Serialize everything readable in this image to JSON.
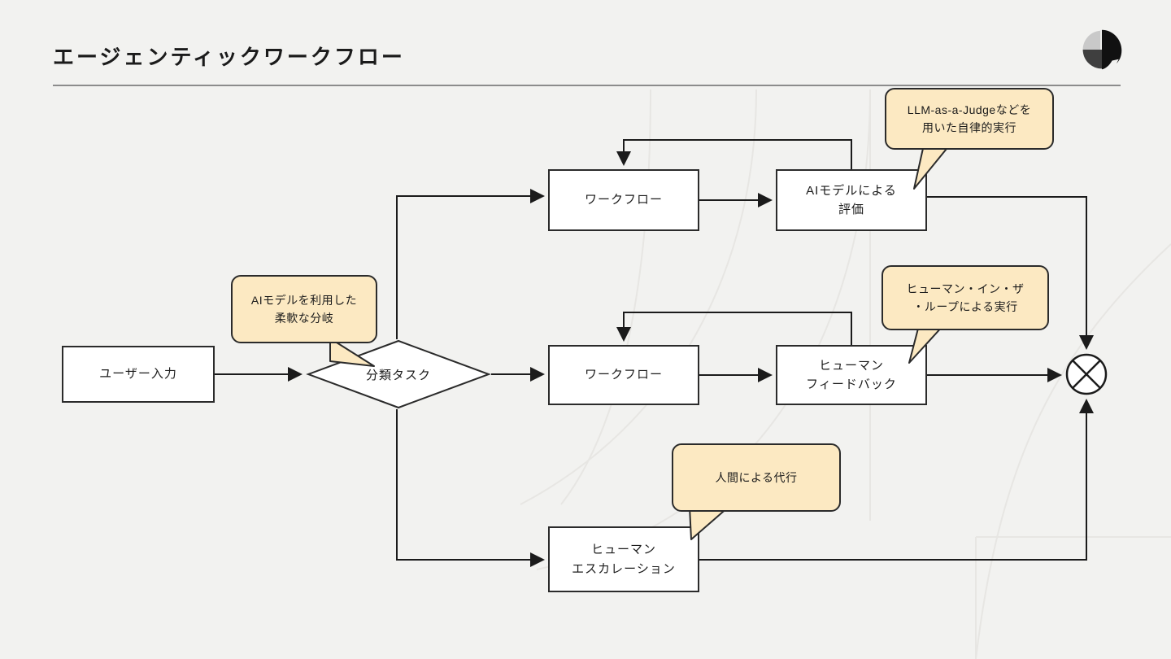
{
  "header": {
    "title": "エージェンティックワークフロー",
    "logo_name": "company-logo",
    "logo_colors": [
      "#c9c9c9",
      "#3f3f3f",
      "#111111"
    ]
  },
  "theme": {
    "background": "#f2f2f0",
    "node_fill": "#ffffff",
    "node_stroke": "#2b2b2b",
    "callout_fill": "#fce9c2",
    "callout_stroke": "#2b2b2b",
    "edge_color": "#1b1b1b",
    "divider": "#8c8c8c",
    "watermark": "#e6e5e2"
  },
  "diagram": {
    "type": "flowchart",
    "nodes": [
      {
        "id": "user-input",
        "label": "ユーザー入力",
        "shape": "rect"
      },
      {
        "id": "classify",
        "label": "分類タスク",
        "shape": "diamond"
      },
      {
        "id": "workflow-top",
        "label": "ワークフロー",
        "shape": "rect"
      },
      {
        "id": "ai-eval",
        "label": "AIモデルによる\n評価",
        "shape": "rect"
      },
      {
        "id": "workflow-mid",
        "label": "ワークフロー",
        "shape": "rect"
      },
      {
        "id": "human-fb",
        "label": "ヒューマン\nフィードバック",
        "shape": "rect"
      },
      {
        "id": "human-esc",
        "label": "ヒューマン\nエスカレーション",
        "shape": "rect"
      },
      {
        "id": "merge",
        "label": "",
        "shape": "circle-x"
      }
    ],
    "edges": [
      {
        "from": "user-input",
        "to": "classify"
      },
      {
        "from": "classify",
        "to": "workflow-top"
      },
      {
        "from": "classify",
        "to": "workflow-mid"
      },
      {
        "from": "classify",
        "to": "human-esc"
      },
      {
        "from": "workflow-top",
        "to": "ai-eval"
      },
      {
        "from": "ai-eval",
        "to": "workflow-top",
        "kind": "feedback-loop"
      },
      {
        "from": "ai-eval",
        "to": "merge"
      },
      {
        "from": "workflow-mid",
        "to": "human-fb"
      },
      {
        "from": "human-fb",
        "to": "workflow-mid",
        "kind": "feedback-loop"
      },
      {
        "from": "human-fb",
        "to": "merge"
      },
      {
        "from": "human-esc",
        "to": "merge"
      }
    ],
    "callouts": [
      {
        "id": "branch",
        "label": "AIモデルを利用した\n柔軟な分岐",
        "points_to": "classify"
      },
      {
        "id": "judge",
        "label": "LLM-as-a-Judgeなどを\n用いた自律的実行",
        "points_to": "ai-eval"
      },
      {
        "id": "hitl",
        "label": "ヒューマン・イン・ザ\n・ループによる実行",
        "points_to": "human-fb"
      },
      {
        "id": "human",
        "label": "人間による代行",
        "points_to": "human-esc"
      }
    ]
  }
}
